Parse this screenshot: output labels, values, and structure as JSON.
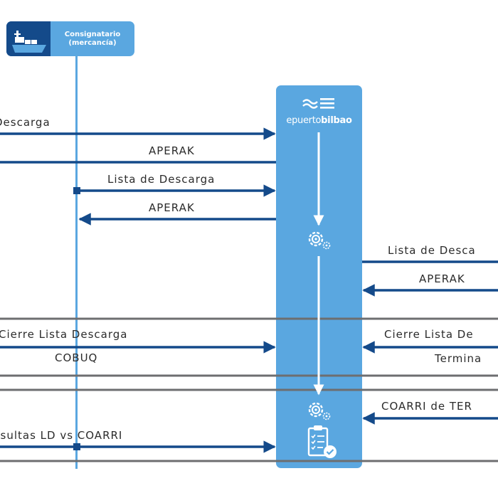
{
  "participants": {
    "consignee_line1": "Consignatario",
    "consignee_line2": "(mercancía)",
    "port_brand_prefix": "epuerto",
    "port_brand_suffix": "bilbao"
  },
  "messages": {
    "m1": "Descarga",
    "m2": "APERAK",
    "m3": "Lista de Descarga",
    "m4": "APERAK",
    "m5": "Lista de Desca",
    "m6": "APERAK",
    "m7": "Cierre Lista Descarga",
    "m8": "Cierre Lista De",
    "m9": "COBUQ",
    "m10": "Termina",
    "m11": "COARRI de TER",
    "m12": "nsultas LD vs COARRI"
  },
  "colors": {
    "navy": "#144a8a",
    "light_blue": "#5aa7e0",
    "separator_gray": "#6d6e70"
  }
}
